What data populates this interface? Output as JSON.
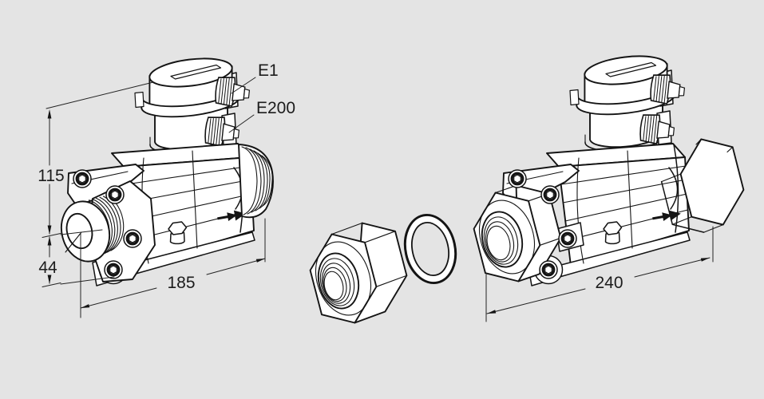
{
  "diagram": {
    "type": "technical-drawing-flowmeter",
    "background_color": "#e4e4e4",
    "line_color": "#141414",
    "labels": {
      "e1": "E1",
      "e200": "E200"
    },
    "dimensions": {
      "height_upper": "115",
      "height_lower": "44",
      "body_length": "185",
      "assembled_length": "240"
    },
    "icons": {
      "flow_direction": "double-arrow-right"
    },
    "parts": {
      "left": "flow-sensor-with-threaded-ports",
      "middle": [
        "union-hex-nut",
        "o-ring-seal"
      ],
      "right": "flow-sensor-with-union-nuts-mounted"
    }
  }
}
